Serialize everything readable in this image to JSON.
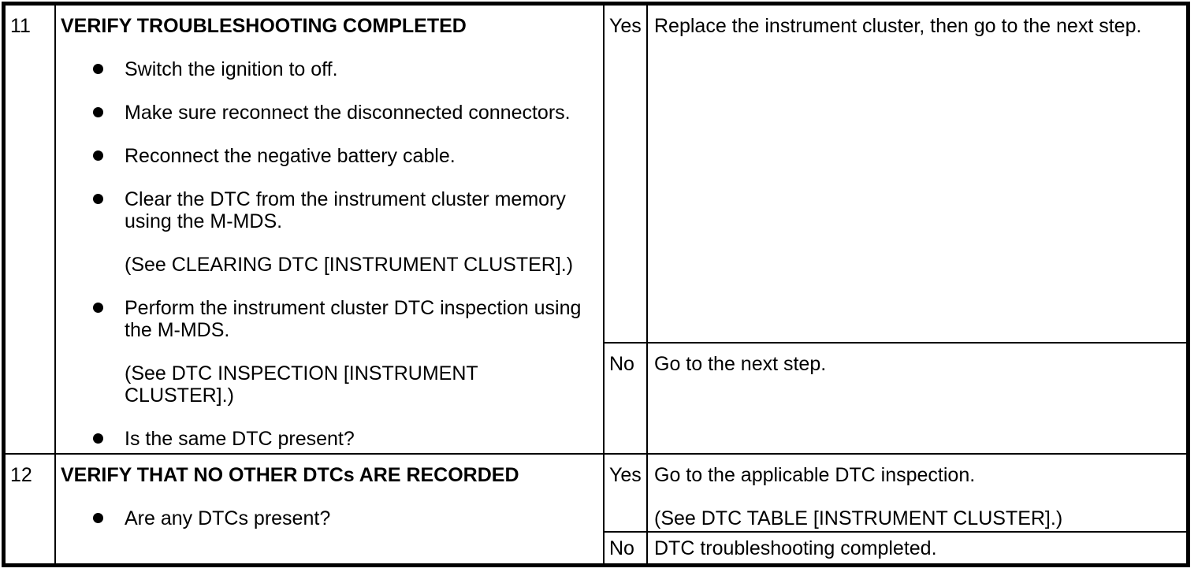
{
  "page": {
    "background_color": "#ffffff",
    "line_color": "#000000",
    "text_color": "#000000"
  },
  "table": {
    "description": "DTC troubleshooting step table",
    "steps": [
      {
        "number": "11",
        "title": "VERIFY TROUBLESHOOTING COMPLETED",
        "items": [
          {
            "type": "bullet",
            "lines": [
              "Switch the ignition to off."
            ]
          },
          {
            "type": "bullet",
            "lines": [
              "Make sure reconnect the disconnected connectors."
            ]
          },
          {
            "type": "bullet",
            "lines": [
              "Reconnect the negative battery cable."
            ]
          },
          {
            "type": "bullet",
            "lines": [
              "Clear the DTC from the instrument cluster memory",
              "using the M-MDS."
            ]
          },
          {
            "type": "note",
            "lines": [
              "(See CLEARING DTC [INSTRUMENT CLUSTER].)"
            ]
          },
          {
            "type": "bullet",
            "lines": [
              "Perform the instrument cluster DTC inspection using",
              "the M-MDS."
            ]
          },
          {
            "type": "note",
            "lines": [
              "(See DTC INSPECTION [INSTRUMENT",
              "CLUSTER].)"
            ]
          },
          {
            "type": "bullet",
            "lines": [
              "Is the same DTC present?"
            ]
          }
        ],
        "yes": {
          "label": "Yes",
          "lines": [
            "Replace the instrument cluster, then go to the next step."
          ]
        },
        "no": {
          "label": "No",
          "lines": [
            "Go to the next step."
          ]
        }
      },
      {
        "number": "12",
        "title": "VERIFY THAT NO OTHER DTCs ARE RECORDED",
        "items": [
          {
            "type": "bullet",
            "lines": [
              "Are any DTCs present?"
            ]
          }
        ],
        "yes": {
          "label": "Yes",
          "lines": [
            "Go to the applicable DTC inspection.",
            "(See DTC TABLE [INSTRUMENT CLUSTER].)"
          ]
        },
        "no": {
          "label": "No",
          "lines": [
            "DTC troubleshooting completed."
          ]
        }
      }
    ]
  }
}
